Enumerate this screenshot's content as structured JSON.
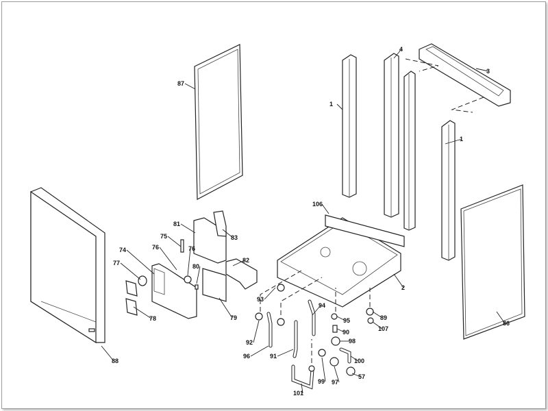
{
  "diagram": {
    "type": "exploded-parts-diagram",
    "part_labels": [
      "87",
      "1",
      "4",
      "3",
      "1",
      "106",
      "81",
      "83",
      "75",
      "76",
      "76",
      "74",
      "80",
      "82",
      "77",
      "78",
      "79",
      "93",
      "2",
      "94",
      "95",
      "89",
      "107",
      "90",
      "92",
      "98",
      "96",
      "91",
      "100",
      "99",
      "97",
      "57",
      "101",
      "86",
      "88"
    ]
  }
}
